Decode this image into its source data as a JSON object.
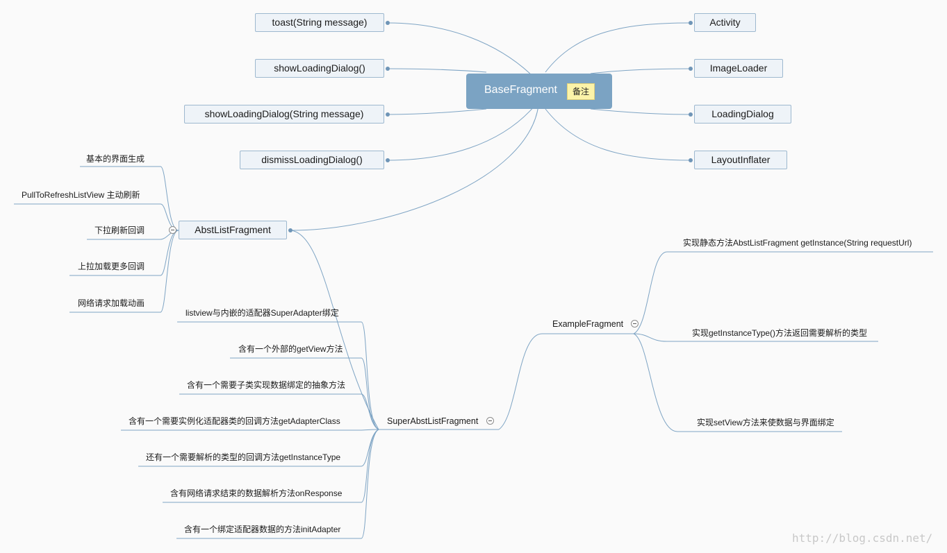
{
  "root": {
    "label": "BaseFragment",
    "note": "备注"
  },
  "left_children": [
    "toast(String message)",
    "showLoadingDialog()",
    "showLoadingDialog(String message)",
    "dismissLoadingDialog()"
  ],
  "right_children": [
    "Activity",
    "ImageLoader",
    "LoadingDialog",
    "LayoutInflater"
  ],
  "abst_list": {
    "label": "AbstListFragment",
    "items": [
      "基本的界面生成",
      "PullToRefreshListView 主动刷新",
      "下拉刷新回调",
      "上拉加载更多回调",
      "网络请求加载动画"
    ]
  },
  "super_abst": {
    "label": "SuperAbstListFragment",
    "items": [
      "listview与内嵌的适配器SuperAdapter绑定",
      "含有一个外部的getView方法",
      "含有一个需要子类实现数据绑定的抽象方法",
      "含有一个需要实例化适配器类的回调方法getAdapterClass",
      "还有一个需要解析的类型的回调方法getInstanceType",
      "含有网络请求结束的数据解析方法onResponse",
      "含有一个绑定适配器数据的方法initAdapter"
    ]
  },
  "example": {
    "label": "ExampleFragment",
    "items": [
      "实现静态方法AbstListFragment getInstance(String requestUrl)",
      "实现getInstanceType()方法返回需要解析的类型",
      "实现setView方法来使数据与界面绑定"
    ]
  },
  "watermark": "http://blog.csdn.net/"
}
